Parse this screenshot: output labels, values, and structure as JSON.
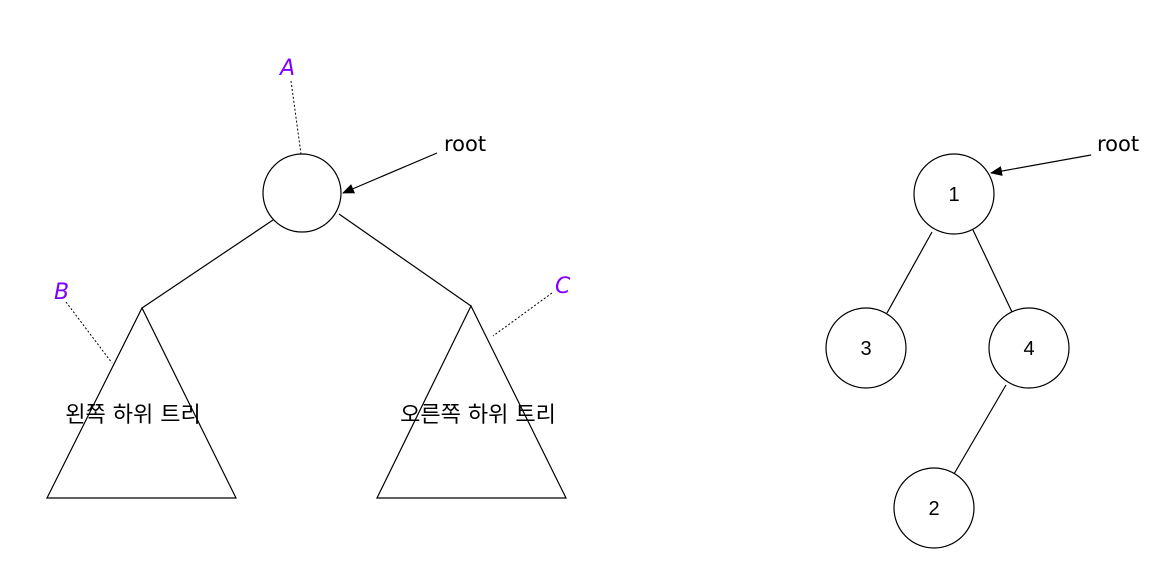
{
  "colors": {
    "line": "#000000",
    "marker": "#8000ff",
    "background": "#ffffff"
  },
  "left_diagram": {
    "markers": {
      "a": "A",
      "b": "B",
      "c": "C"
    },
    "root_label": "root",
    "left_subtree_label": "왼쪽 하위 트리",
    "right_subtree_label": "오른쪽 하위 트리"
  },
  "right_diagram": {
    "root_label": "root",
    "nodes": {
      "top": "1",
      "left": "3",
      "right": "4",
      "bottom": "2"
    }
  }
}
